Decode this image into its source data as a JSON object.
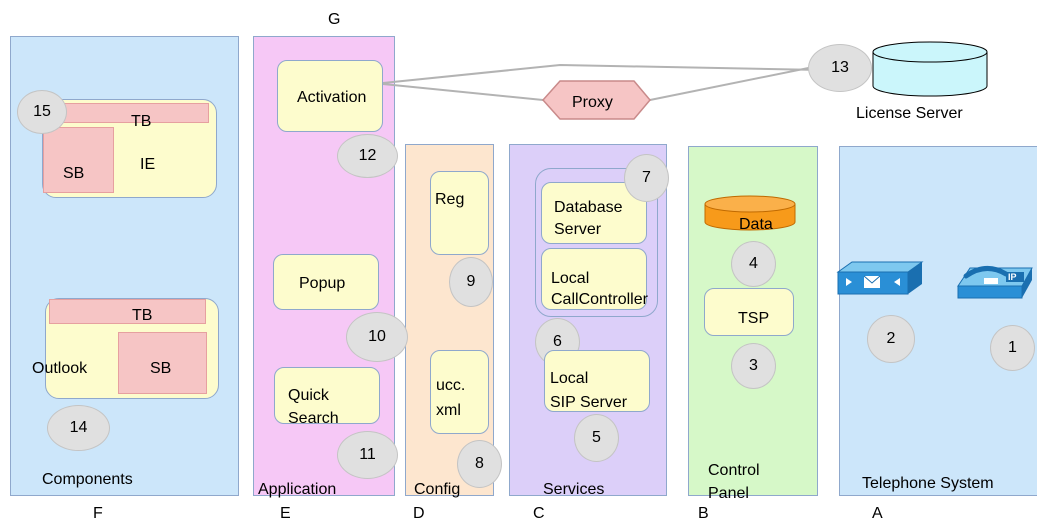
{
  "columns": {
    "components": {
      "label": "Components",
      "letter": "F"
    },
    "application": {
      "label": "Application",
      "letter": "E"
    },
    "config": {
      "label": "Config",
      "letter": "D"
    },
    "services": {
      "label": "Services",
      "letter": "C"
    },
    "control_panel": {
      "label_line1": "Control",
      "label_line2": "Panel",
      "letter": "B"
    },
    "telephone": {
      "label": "Telephone System",
      "letter": "A"
    }
  },
  "top_letter": "G",
  "components": {
    "ie_group": {
      "tb": "TB",
      "sb": "SB",
      "name": "IE",
      "badge": "15"
    },
    "outlook_group": {
      "tb": "TB",
      "sb": "SB",
      "name": "Outlook",
      "badge": "14"
    }
  },
  "application": {
    "activation": "Activation",
    "popup": "Popup",
    "quick_search_line1": "Quick",
    "quick_search_line2": "Search",
    "badges": [
      "12",
      "10",
      "11"
    ]
  },
  "config": {
    "reg": "Reg",
    "ucc_line1": "ucc.",
    "ucc_line2": "xml",
    "badges": [
      "9",
      "8"
    ]
  },
  "services": {
    "db_line1": "Database",
    "db_line2": "Server",
    "local_cc_line1": "Local",
    "local_cc_line2": "CallController",
    "local_sip_line1": "Local",
    "local_sip_line2": "SIP Server",
    "badges": [
      "7",
      "6",
      "5"
    ]
  },
  "control_panel": {
    "data": "Data",
    "tsp": "TSP",
    "badges": [
      "4",
      "3"
    ]
  },
  "telephone": {
    "router_icon": "router-icon",
    "ip_phone_icon": "ip-phone-icon",
    "ip_label": "IP",
    "badges": [
      "2",
      "1"
    ]
  },
  "proxy": "Proxy",
  "license_server": {
    "label": "License Server",
    "badge": "13"
  },
  "colors": {
    "components_bg": "#cce6fa",
    "application_bg": "#f6c8f6",
    "config_bg": "#fde6cf",
    "services_bg": "#dccff9",
    "control_panel_bg": "#d6f8c8",
    "telephone_bg": "#cce6fa",
    "box_fill": "#fdfccd",
    "pink_box": "#f6c5c5",
    "data_orange": "#f79a1a",
    "license_cyan": "#cbf6fb",
    "badge_gray": "#e0e0e0"
  }
}
